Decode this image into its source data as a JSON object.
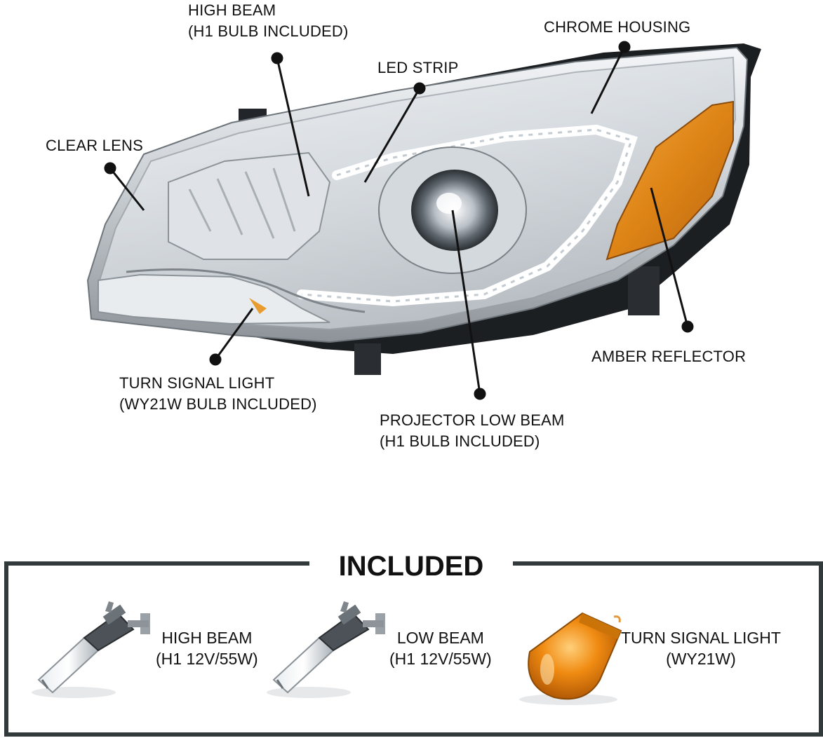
{
  "callouts": {
    "high_beam": {
      "line1": "HIGH BEAM",
      "line2": "(H1 BULB INCLUDED)"
    },
    "led_strip": "LED STRIP",
    "chrome_housing": "CHROME HOUSING",
    "clear_lens": "CLEAR LENS",
    "amber_reflector": "AMBER REFLECTOR",
    "turn_signal": {
      "line1": "TURN SIGNAL LIGHT",
      "line2": "(WY21W BULB INCLUDED)"
    },
    "projector_low_beam": {
      "line1": "PROJECTOR LOW BEAM",
      "line2": "(H1 BULB INCLUDED)"
    }
  },
  "included": {
    "title": "INCLUDED",
    "items": [
      {
        "line1": "HIGH BEAM",
        "line2": "(H1 12V/55W)",
        "bulb": "h1-halogen-bulb-icon"
      },
      {
        "line1": "LOW BEAM",
        "line2": "(H1 12V/55W)",
        "bulb": "h1-halogen-bulb-icon"
      },
      {
        "line1": "TURN SIGNAL LIGHT",
        "line2": "(WY21W)",
        "bulb": "wy21w-amber-bulb-icon"
      }
    ]
  },
  "colors": {
    "frame": "#333a3c",
    "amber": "#e08a1e",
    "chrome": "#c9ced3",
    "leader": "#111111"
  }
}
